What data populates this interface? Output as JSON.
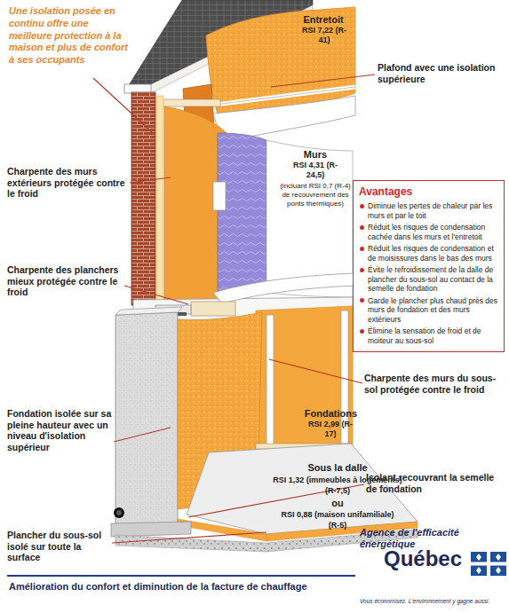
{
  "diagram": {
    "title": "Amélioration du confort et diminution de la facture de chauffage",
    "nodes": [
      {
        "text": [
          "Avantages",
          "Diminue les pertes de chaleur par les murs et par le toit",
          "Réduit les risques de condensation cachée dans les murs et l'entretoit",
          "Réduit les risques de condensation et de moisissures dans le bas des murs",
          "Évite le refroidissement de la dalle de plancher du sous-sol au contact de la semelle de fondation",
          "Garde le plancher plus chaud près des murs de fondation et des murs extérieurs",
          "Élimine la sensation de froid et de moiteur au sous-sol"
        ]
      }
    ],
    "labels": [
      "Une isolation posée en continu offre une meilleure protection à la maison et plus de confort à ses occupants",
      "Entretoit",
      "RSI 7,22 (R-41)",
      "Plafond avec une isolation supérieure",
      "Charpente des murs extérieurs protégée contre le froid",
      "Murs",
      "RSI 4,31 (R-24,5)",
      "(incluant RSI 0,7 (R-4) de recouvrement des ponts thermiques)",
      "Charpente des planchers mieux protégée contre le froid",
      "Fondations",
      "RSI 2,99 (R-17)",
      "Charpente des murs du sous-sol protégée contre le froid",
      "Fondation isolée sur sa pleine hauteur avec un niveau d'isolation supérieur",
      "Sous la dalle",
      "RSI 1,32 (immeubles à logements)",
      "(R-7,5)",
      "ou",
      "RSI 0,88 (maison unifamiliale)",
      "(R-5)",
      "Isolant recouvrant la semelle de fondation",
      "Plancher du sous-sol isolé sur toute la surface",
      "Agence de l'efficacité énergétique",
      "Québec",
      "Vous économisez. L'environnement y gagne aussi."
    ]
  }
}
